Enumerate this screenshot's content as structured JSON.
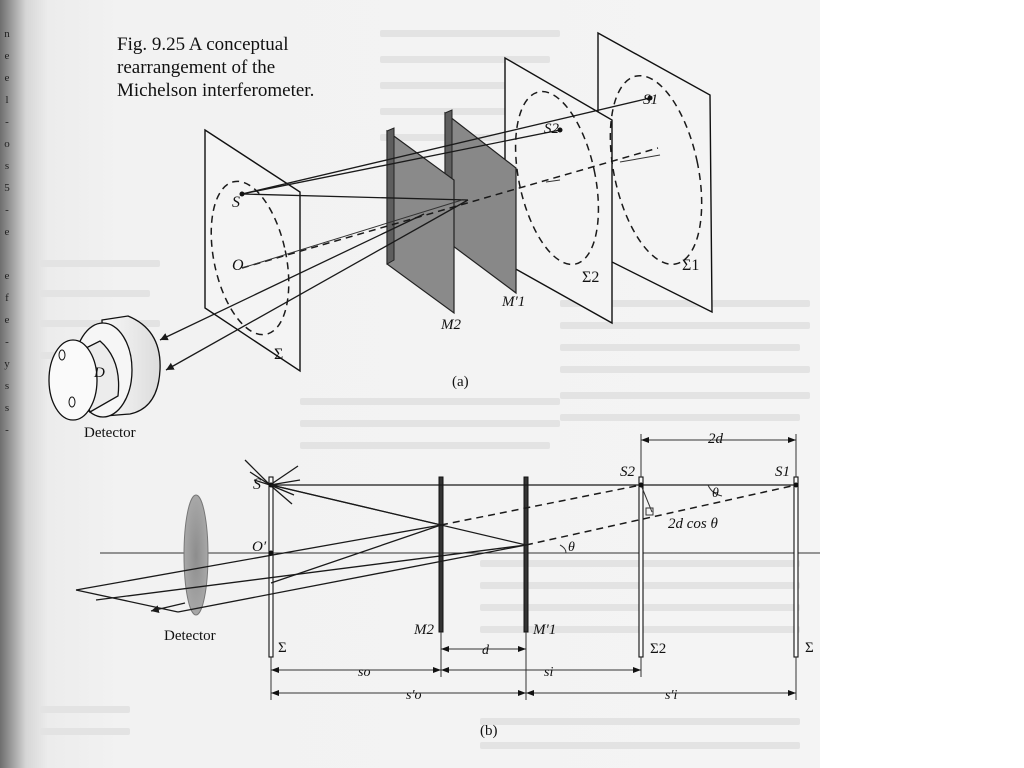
{
  "figure": {
    "caption_lines": [
      "Fig. 9.25  A conceptual",
      "rearrangement of the",
      "Michelson interferometer."
    ]
  },
  "panel_a": {
    "label": "(a)",
    "detector_label": "Detector",
    "detector_letter": "D",
    "point_S": "S",
    "point_O": "O",
    "point_S2": "S2",
    "point_S1": "S1",
    "mirror_M2": "M2",
    "mirror_M1p": "M′1",
    "plane_sigma": "Σ",
    "plane_sigma2": "Σ2",
    "plane_sigma1": "Σ1"
  },
  "panel_b": {
    "label": "(b)",
    "detector_label": "Detector",
    "point_S": "S",
    "point_Op": "O′",
    "point_S2": "S2",
    "point_S1": "S1",
    "mirror_M2": "M2",
    "mirror_M1p": "M′1",
    "plane_sigma": "Σ",
    "plane_sigma2": "Σ2",
    "plane_sigma_right": "Σ",
    "dim_2d": "2d",
    "dim_d": "d",
    "dim_so": "so",
    "dim_si": "si",
    "dim_sop": "s′o",
    "dim_sip": "s′i",
    "theta": "θ",
    "path_diff": "2d cos θ"
  },
  "margin_letters": [
    "n",
    "e",
    "e",
    "l",
    "-",
    "o",
    "s",
    "5",
    "-",
    "e",
    "",
    "e",
    "f",
    "e",
    "-",
    "y",
    "s",
    "s",
    "-"
  ]
}
